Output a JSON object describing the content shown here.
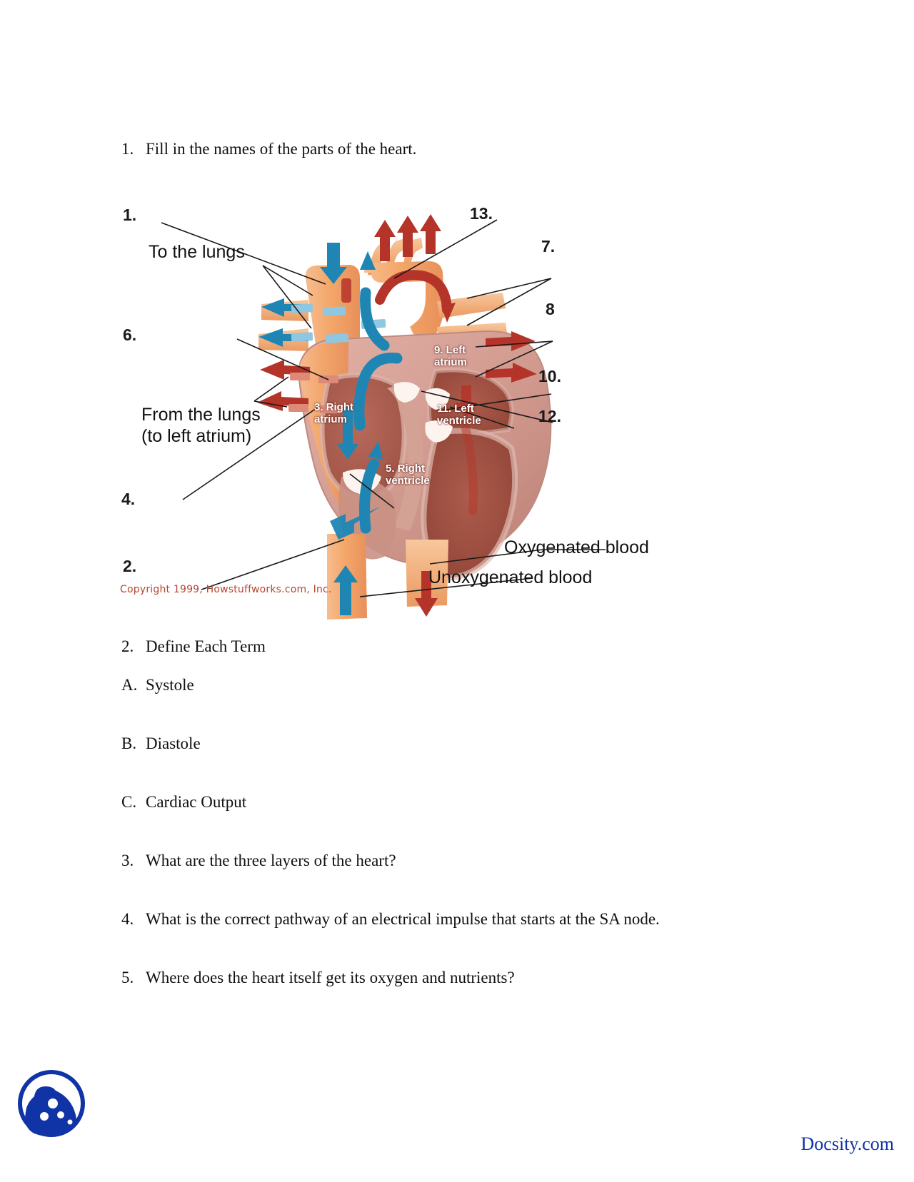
{
  "document": {
    "title": "Heart Anatomy Worksheet",
    "background": "#ffffff"
  },
  "questions": [
    {
      "num": "1.",
      "text": "Fill in the names of the parts of the heart."
    },
    {
      "num": "2.",
      "text": "Define Each Term"
    },
    {
      "num": "A.",
      "text": "Systole"
    },
    {
      "num": "B.",
      "text": "Diastole"
    },
    {
      "num": "C.",
      "text": "Cardiac Output"
    },
    {
      "num": "3.",
      "text": "What are the three layers of the heart?"
    },
    {
      "num": "4.",
      "text": "What is the correct pathway of an electrical impulse that starts at the SA node."
    },
    {
      "num": "5.",
      "text": "Where does the heart itself get its oxygen and nutrients?"
    }
  ],
  "figure": {
    "caption_copyright": "Copyright 1999, Howstuffworks.com, Inc.",
    "copyright_color": "#b5462f",
    "blanks": [
      {
        "id": "blank-1",
        "label": "1."
      },
      {
        "id": "blank-6",
        "label": "6."
      },
      {
        "id": "blank-4",
        "label": "4."
      },
      {
        "id": "blank-2",
        "label": "2."
      },
      {
        "id": "blank-13",
        "label": "13."
      },
      {
        "id": "blank-7",
        "label": "7."
      },
      {
        "id": "blank-8",
        "label": "8"
      },
      {
        "id": "blank-10",
        "label": "10."
      },
      {
        "id": "blank-12",
        "label": "12."
      }
    ],
    "text_labels": [
      {
        "id": "to-the-lungs",
        "label": "To the lungs"
      },
      {
        "id": "from-the-lungs-line1",
        "label": "From the lungs"
      },
      {
        "id": "from-the-lungs-line2",
        "label": "(to left atrium)"
      },
      {
        "id": "oxygenated-blood",
        "label": "Oxygenated blood"
      },
      {
        "id": "unoxygenated-blood",
        "label": "Unoxygenated blood"
      }
    ],
    "chamber_labels": [
      {
        "id": "right-atrium",
        "line1": "3. Right",
        "line2": "atrium"
      },
      {
        "id": "left-atrium",
        "line1": "9. Left",
        "line2": "atrium"
      },
      {
        "id": "right-ventricle",
        "line1": "5. Right",
        "line2": "ventricle"
      },
      {
        "id": "left-ventricle",
        "line1": "11. Left",
        "line2": "ventricle"
      }
    ],
    "colors": {
      "vessel_orange": "#f4a76a",
      "vessel_orange_light": "#f9c598",
      "muscle_pink": "#d89c93",
      "muscle_dark": "#a85f52",
      "chamber_dark": "#a65a4c",
      "blue_arrow": "#1f86b4",
      "blue_arrow_light": "#8fc6e0",
      "red_arrow": "#b5342a",
      "leader_line": "#1a1a1a"
    }
  },
  "footer": {
    "brand": "Docsity.com",
    "brand_color": "#1034a6",
    "logo_name": "docsity-logo"
  }
}
